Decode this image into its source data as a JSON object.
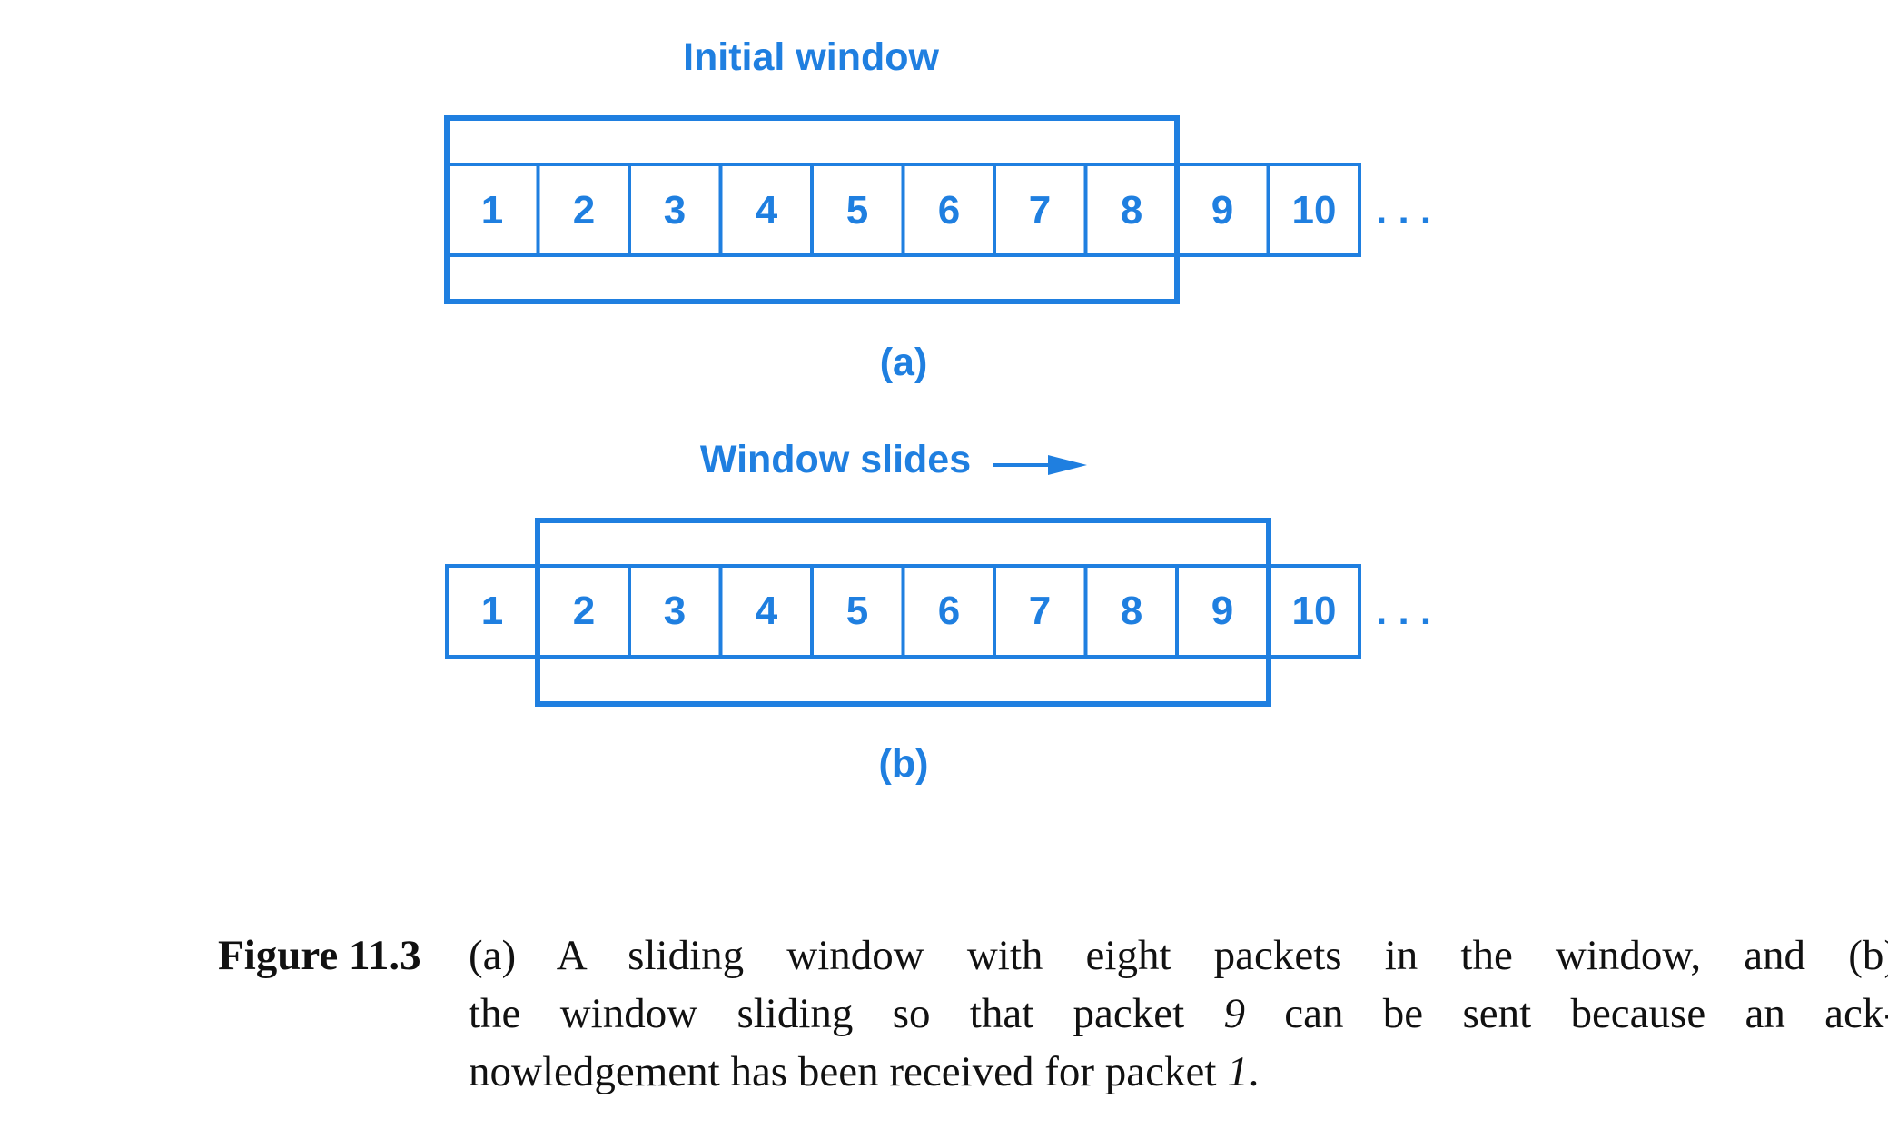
{
  "diagram": {
    "color": "#1f7fe0",
    "panel_a": {
      "title": "Initial window",
      "packets": [
        "1",
        "2",
        "3",
        "4",
        "5",
        "6",
        "7",
        "8",
        "9",
        "10"
      ],
      "ellipsis": ". . .",
      "window_packets": [
        1,
        8
      ],
      "label": "(a)"
    },
    "panel_b": {
      "title": "Window slides",
      "packets": [
        "1",
        "2",
        "3",
        "4",
        "5",
        "6",
        "7",
        "8",
        "9",
        "10"
      ],
      "ellipsis": ". . .",
      "window_packets": [
        2,
        9
      ],
      "label": "(b)"
    }
  },
  "caption": {
    "label": "Figure 11.3",
    "line1": "(a) A sliding window with eight packets in the window, and (b)",
    "line2_a": "the window sliding so that packet ",
    "line2_b": "9",
    "line2_c": " can be sent because an ack-",
    "line3_a": "nowledgement has been received for packet ",
    "line3_b": "1",
    "line3_c": "."
  }
}
